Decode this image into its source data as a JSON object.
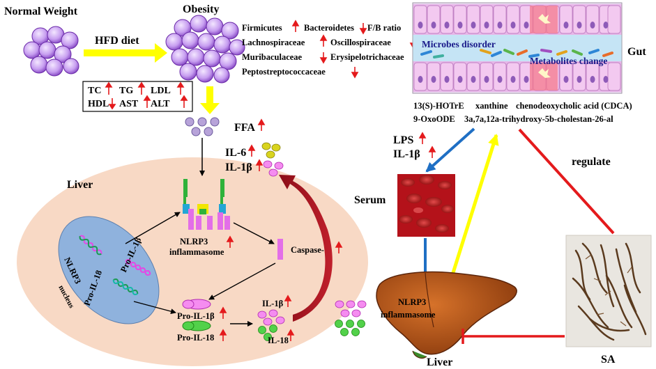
{
  "top": {
    "normal_weight": "Normal Weight",
    "obesity": "Obesity",
    "hfd_diet": "HFD diet"
  },
  "lipids": {
    "r1": [
      "TC",
      "TG",
      "LDL"
    ],
    "r2": [
      "HDL",
      "AST",
      "ALT"
    ]
  },
  "microbes": {
    "r1a": "Firmicutes",
    "r1b": "Bacteroidetes",
    "r1c": "F/B ratio",
    "r2a": "Lachnospiraceae",
    "r2b": "Oscillospiraceae",
    "r3a": "Muribaculaceae",
    "r3b": "Erysipelotrichaceae",
    "r4a": "Peptostreptococcaceae"
  },
  "gut": {
    "label": "Gut",
    "microbes_disorder": "Microbes disorder",
    "metabolites_change": "Metabolites change"
  },
  "metabolites": {
    "m1": "13(S)-HOTrE",
    "m2": "xanthine",
    "m3": "chenodeoxycholic acid (CDCA)",
    "m4": "9-OxoODE",
    "m5": "3a,7a,12a-trihydroxy-5b-cholestan-26-al"
  },
  "liver_panel": {
    "ffa": "FFA",
    "il6": "IL-6",
    "il1b": "IL-1β",
    "liver": "Liver",
    "nlrp3": "NLRP3",
    "inflammasome": "inflammasome",
    "caspase": "Caspase-1",
    "nucleus": "nucleus",
    "n_nlrp3": "NLRP3",
    "n_pro_il1b": "Pro-IL-1β",
    "n_pro_il18": "Pro-IL-18",
    "pro_il1b": "Pro-IL-1β",
    "pro_il18": "Pro-IL-18",
    "il1b_out": "IL-1β",
    "il18_out": "IL-18"
  },
  "right": {
    "lps": "LPS",
    "il1b": "IL-1β",
    "serum": "Serum",
    "regulate": "regulate",
    "liver_nlrp3": "NLRP3",
    "liver_inflammasome": "inflammasome",
    "liver": "Liver",
    "sa": "SA"
  },
  "colors": {
    "up_arrow": "#e41a1c",
    "down_arrow": "#e41a1c",
    "hfd_arrow": "#ffff00",
    "blue_arrow": "#1f6fc4",
    "red_line": "#e41a1c",
    "liver_bg": "#f8d9c5",
    "nucleus": "#8fb2dd",
    "gut_band": "#c5e4f5"
  }
}
